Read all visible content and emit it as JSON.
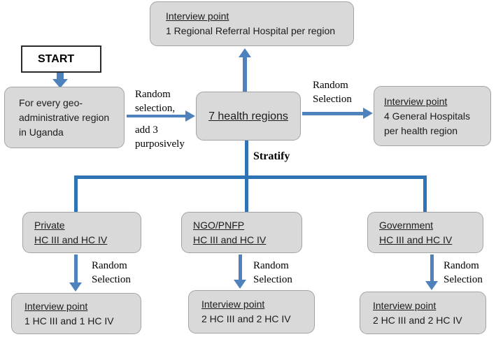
{
  "diagram": {
    "colors": {
      "box_fill": "#d9d9d9",
      "box_border": "#a3a3a3",
      "arrow_blue": "#4f81bd",
      "line_blue": "#2e74b5"
    },
    "nodes": {
      "start": {
        "label": "START"
      },
      "geo_region": {
        "lines": [
          "For every geo-",
          "administrative region",
          "in Uganda"
        ]
      },
      "health_regions": {
        "title": "7 health regions"
      },
      "regional_referral": {
        "title": "Interview point",
        "lines": [
          "1 Regional Referral Hospital per region"
        ]
      },
      "general_hospitals": {
        "title": "Interview point",
        "lines": [
          "4 General Hospitals",
          "per health region"
        ]
      },
      "private": {
        "line1": "Private",
        "line2": "HC III and HC IV"
      },
      "ngo": {
        "line1": "NGO/PNFP",
        "line2": "HC III and HC IV"
      },
      "government": {
        "line1": "Government",
        "line2": "HC III and HC IV"
      },
      "interview_private": {
        "title": "Interview point",
        "lines": [
          "1 HC III and 1 HC IV"
        ]
      },
      "interview_ngo": {
        "title": "Interview point",
        "lines": [
          "2 HC III and 2 HC IV"
        ]
      },
      "interview_government": {
        "title": "Interview point",
        "lines": [
          "2 HC III and 2 HC IV"
        ]
      }
    },
    "edge_labels": {
      "random_selection_add3_top": [
        "Random",
        "selection,"
      ],
      "random_selection_add3_bottom": [
        "add 3",
        "purposively"
      ],
      "random_selection_right": [
        "Random",
        "Selection"
      ],
      "stratify": "Stratify",
      "random_selection_private": [
        "Random",
        "Selection"
      ],
      "random_selection_ngo": [
        "Random",
        "Selection"
      ],
      "random_selection_government": [
        "Random",
        "Selection"
      ]
    }
  }
}
